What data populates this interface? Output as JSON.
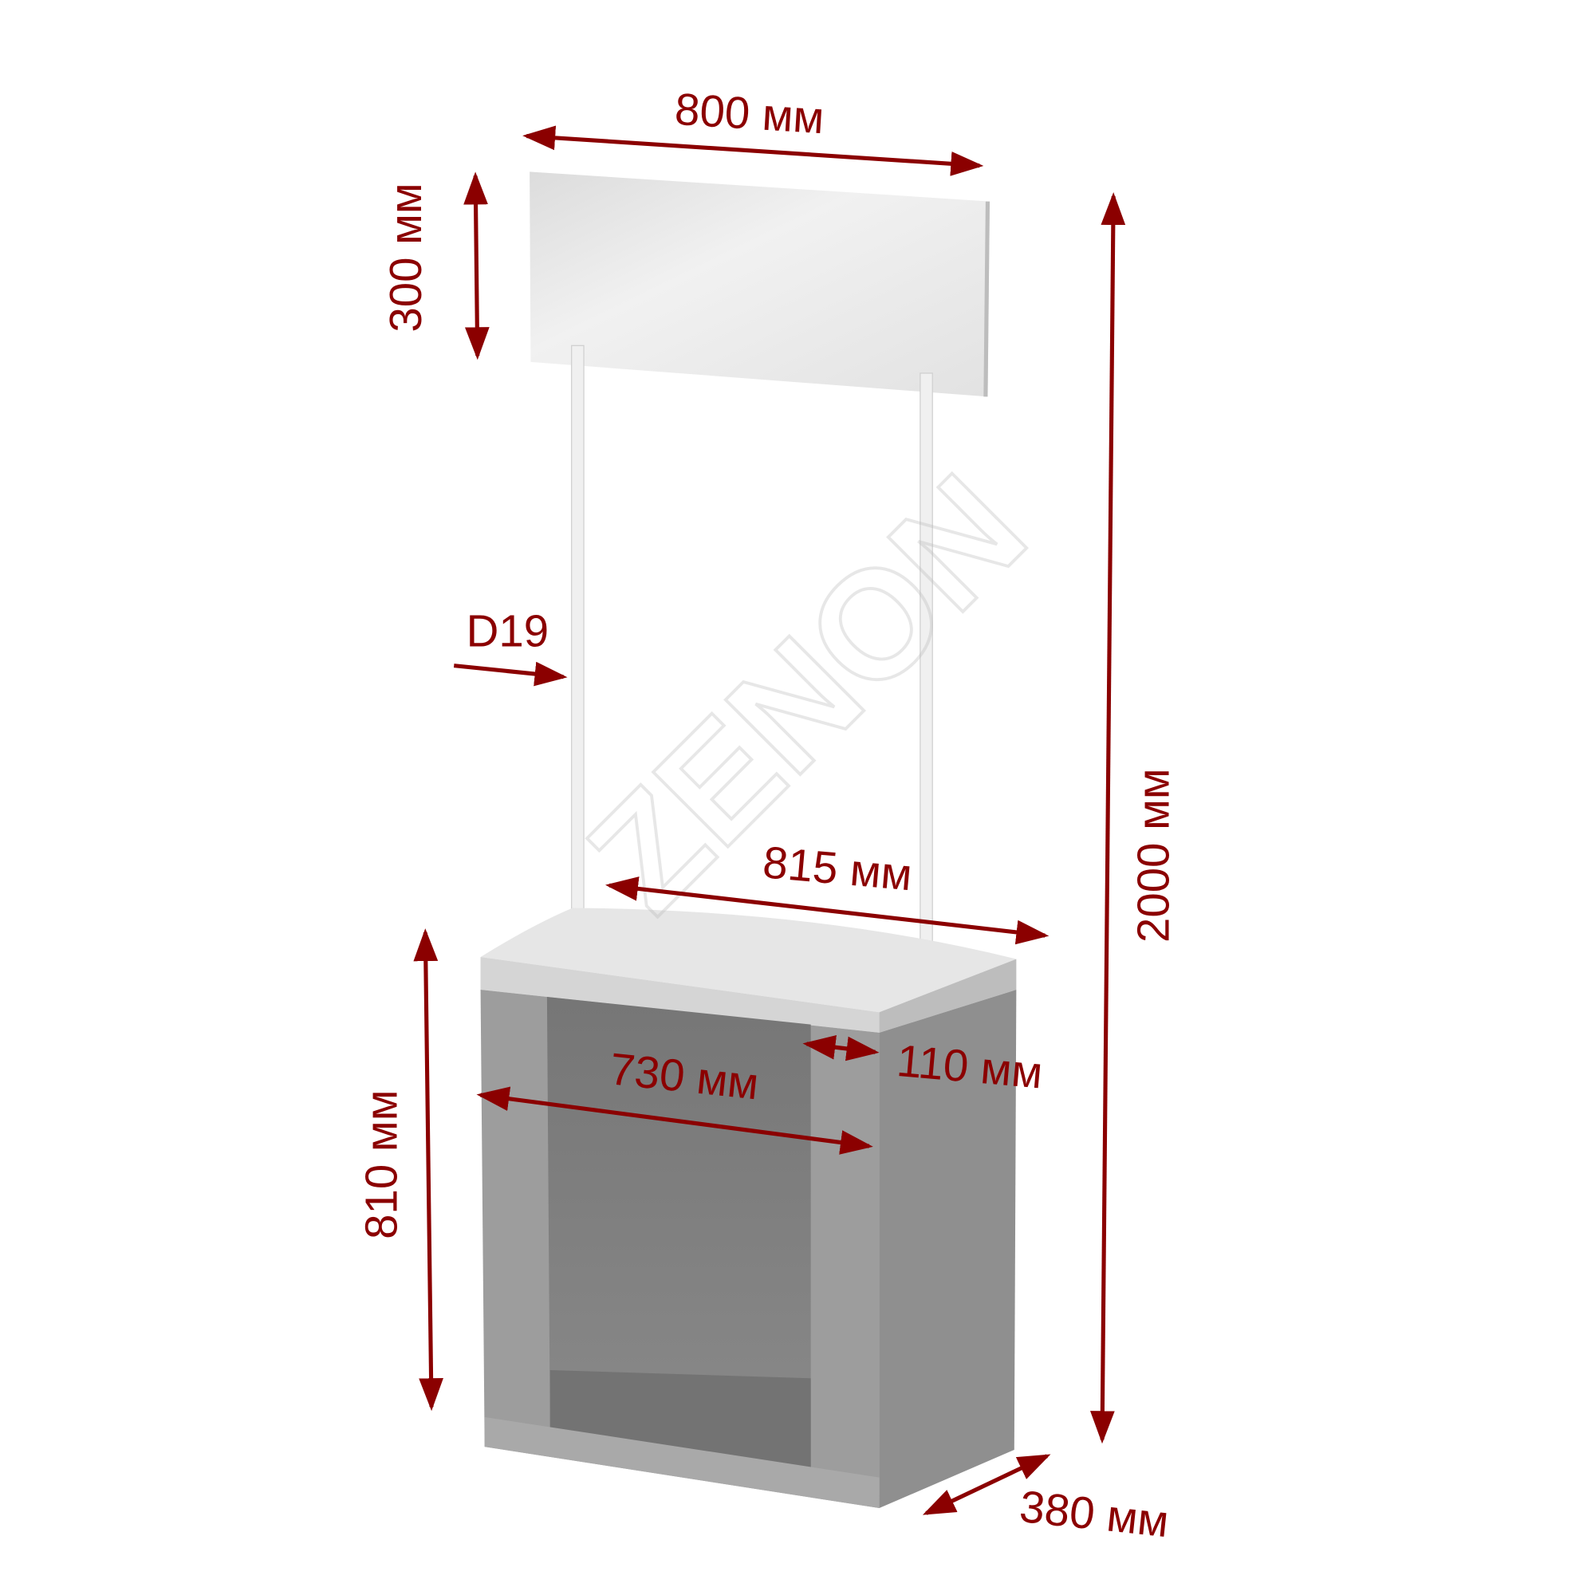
{
  "dimensions": {
    "banner_width": "800 мм",
    "banner_height": "300 мм",
    "total_height": "2000 мм",
    "pole_diameter": "D19",
    "top_width": "815 мм",
    "niche_width": "730 мм",
    "side_width": "110 мм",
    "counter_height": "810 мм",
    "depth": "380 мм"
  },
  "watermark": "ZENON",
  "colors": {
    "dimension": "#8b0000",
    "counter": "#9a9a9a",
    "banner": "#eeeeee"
  }
}
